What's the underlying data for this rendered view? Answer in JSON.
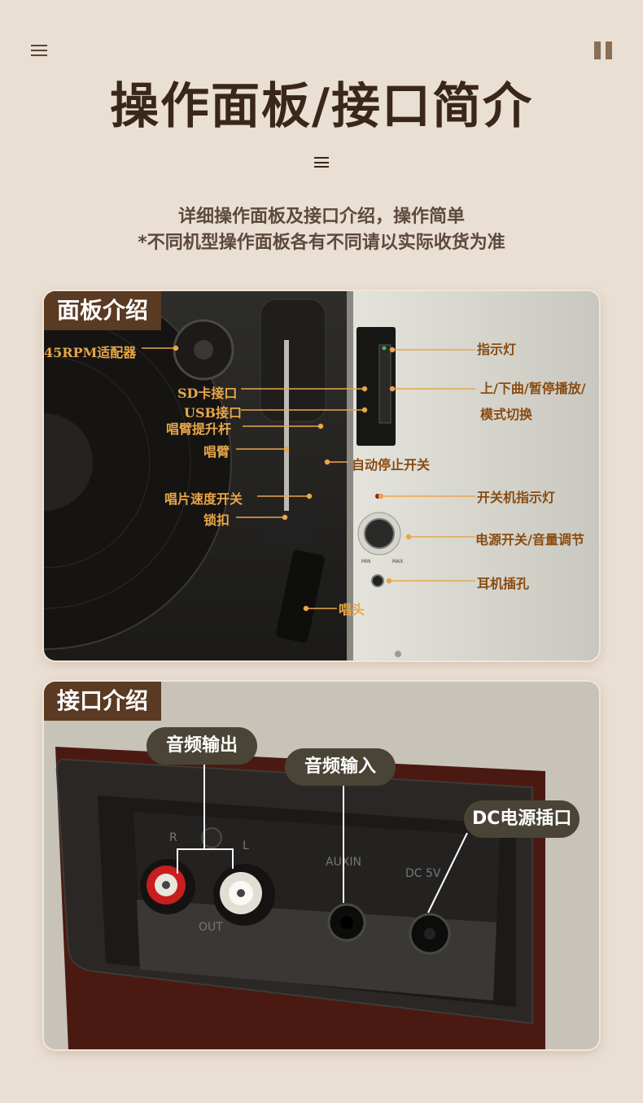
{
  "header": {
    "title": "操作面板/接口简介",
    "subtitle_line1": "详细操作面板及接口介绍，操作简单",
    "subtitle_line2": "*不同机型操作面板各有不同请以实际收货为准"
  },
  "panel_section": {
    "tab_label": "面板介绍",
    "labels": {
      "adapter": "45RPM适配器",
      "sd": "SD卡接口",
      "usb": "USB接口",
      "lift": "唱臂提升杆",
      "arm": "唱臂",
      "speed": "唱片速度开关",
      "lock": "锁扣",
      "stylus": "唱头",
      "indicator": "指示灯",
      "controls1": "上/下曲/暂停播放/",
      "controls2": "模式切换",
      "autostop": "自动停止开关",
      "power_light": "开关机指示灯",
      "power_volume": "电源开关/音量调节",
      "headphone": "耳机插孔"
    },
    "knob_min": "MIN",
    "knob_max": "MAX"
  },
  "interface_section": {
    "tab_label": "接口介绍",
    "callouts": {
      "audio_out": "音频输出",
      "audio_in": "音频输入",
      "dc": "DC电源插口"
    },
    "engraved": {
      "r": "R",
      "l": "L",
      "out": "OUT",
      "auxin": "AUXIN",
      "dc": "DC 5V"
    }
  },
  "colors": {
    "background": "#eadfd3",
    "title": "#3a2718",
    "tab": "#5a3a22",
    "callout": "#4a4436",
    "label_orange": "#e8a64a"
  }
}
